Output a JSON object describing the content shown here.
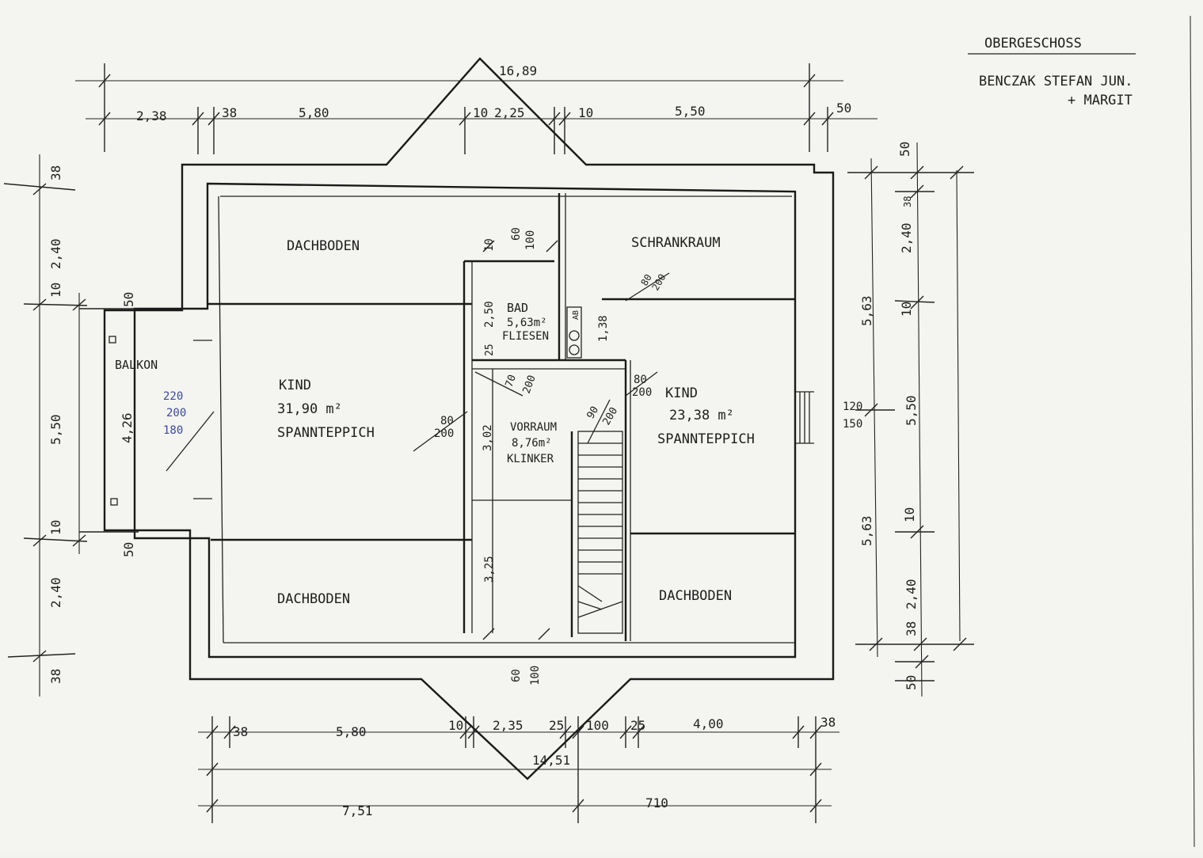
{
  "header": {
    "title": "OBERGESCHOSS",
    "owner_line1": "BENCZAK STEFAN JUN.",
    "owner_line2": "+ MARGIT"
  },
  "rooms": {
    "dachboden_top": "DACHBODEN",
    "schrankraum": "SCHRANKRAUM",
    "bad_name": "BAD",
    "bad_area": "5,63m²",
    "bad_floor": "FLIESEN",
    "balkon": "BALKON",
    "kind_left_name": "KIND",
    "kind_left_area": "31,90 m²",
    "kind_left_floor": "SPANNTEPPICH",
    "vorraum_name": "VORRAUM",
    "vorraum_area": "8,76m²",
    "vorraum_floor": "KLINKER",
    "kind_right_name": "KIND",
    "kind_right_area": "23,38 m²",
    "kind_right_floor": "SPANNTEPPICH",
    "dachboden_bottom_left": "DACHBODEN",
    "dachboden_bottom_right": "DACHBODEN"
  },
  "dims_top": {
    "overall": "16,89",
    "d1": "2,38",
    "d2": "38",
    "d3": "5,80",
    "d4": "10",
    "d5": "2,25",
    "d6": "10",
    "d7": "5,50",
    "d8": "50"
  },
  "dims_bottom": {
    "d1": "38",
    "d2": "5,80",
    "d3": "10",
    "d4": "2,35",
    "d5": "25",
    "d6": "100",
    "d7": "25",
    "d8": "4,00",
    "d9": "38",
    "overall": "14,51",
    "left_total": "7,51",
    "right_total": "710"
  },
  "dims_left": {
    "d1": "38",
    "d2": "2,40",
    "d3": "10",
    "d4": "50",
    "d5": "5,50",
    "d6": "4,26",
    "d7": "10",
    "d8": "50",
    "d9": "2,40",
    "d10": "38"
  },
  "dims_right": {
    "d1": "50",
    "d2": "38",
    "d3": "2,40",
    "d4": "10",
    "d5": "5,63",
    "d6": "5,50",
    "d7": "5,63",
    "d8": "10",
    "d9": "2,40",
    "d10": "38",
    "d11": "50"
  },
  "interior_labels": {
    "door_top_a": "10",
    "door_top_b": "60",
    "door_top_c": "100",
    "bad_h": "2,50",
    "bad_25": "25",
    "ab": "AB",
    "bad_w": "1,38",
    "win_a": "80",
    "win_b": "200",
    "win_c": "70",
    "win_d": "200",
    "win_e": "80",
    "win_f": "200",
    "vorraum_h": "3,02",
    "stair_a": "90",
    "stair_b": "200",
    "kind_r_w1": "120",
    "kind_r_w2": "150",
    "bal_a": "220",
    "bal_b": "200",
    "bal_c": "180",
    "low_h": "3,25",
    "door_bot_a": "60",
    "door_bot_b": "100",
    "schrank_a": "80",
    "schrank_b": "200"
  }
}
